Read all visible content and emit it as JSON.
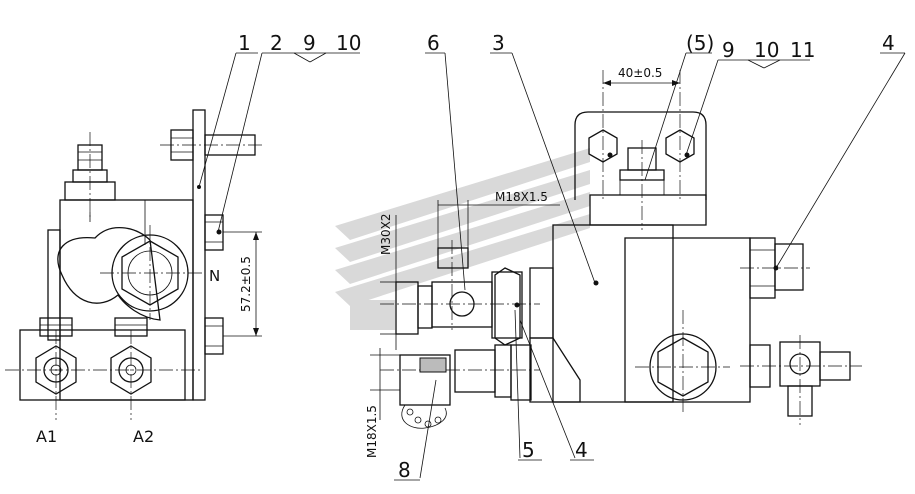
{
  "callouts": {
    "c1": "1",
    "c2": "2",
    "c9_left": "9",
    "c10_left": "10",
    "c6": "6",
    "c3": "3",
    "c5_paren": "(5)",
    "c9_right": "9",
    "c10_right": "10",
    "c11": "11",
    "c4_top": "4",
    "c5_bottom": "5",
    "c4_bottom": "4",
    "c8": "8"
  },
  "dimensions": {
    "spacing": "40±0.5",
    "thread_top": "M18X1.5",
    "thread_vertical": "M30X2",
    "height": "57.2±0.5",
    "thread_bottom": "M18X1.5"
  },
  "port_labels": {
    "a1": "A1",
    "a2": "A2",
    "n": "N"
  }
}
